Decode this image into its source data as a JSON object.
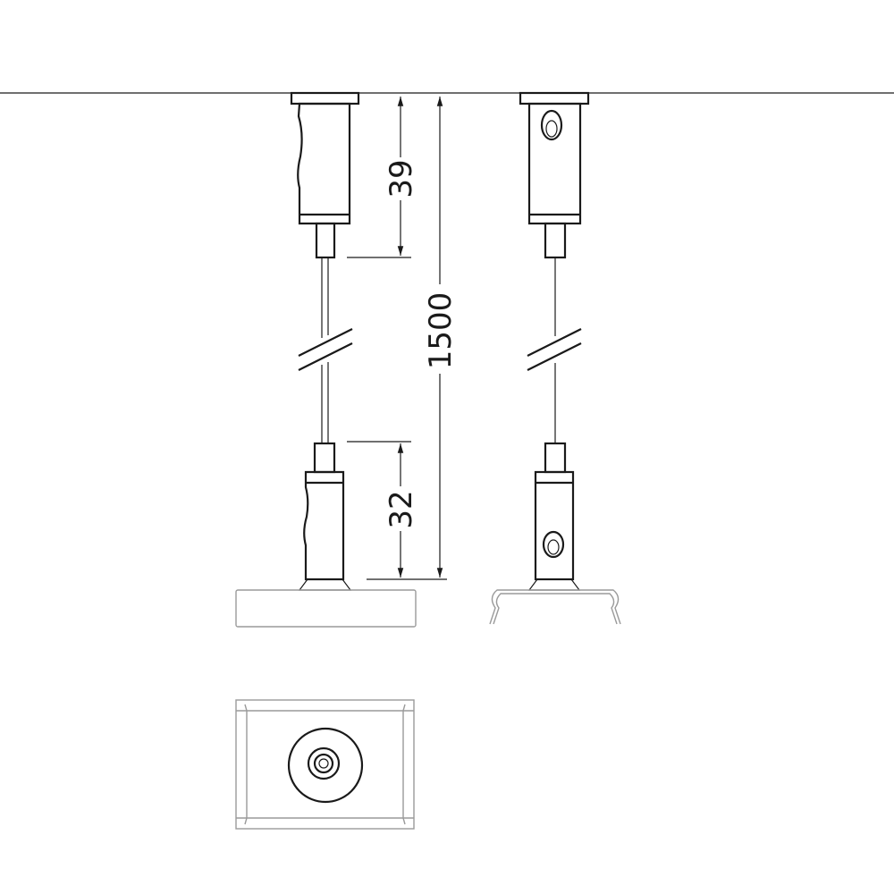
{
  "dimensions": {
    "top_fitting_height": "39",
    "total_length": "1500",
    "bottom_fitting_height": "32"
  },
  "colors": {
    "stroke": "#1a1a1a",
    "profile_stroke": "#9a9a9a",
    "background": "#ffffff"
  }
}
